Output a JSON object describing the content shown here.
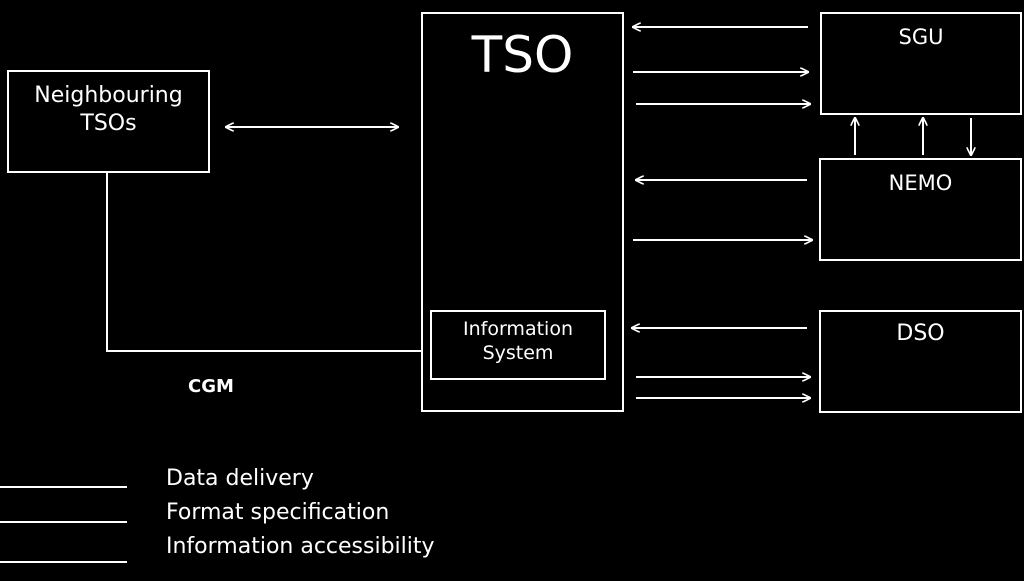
{
  "colors": {
    "background": "#000000",
    "foreground": "#ffffff"
  },
  "nodes": {
    "tso": {
      "label": "TSO"
    },
    "neighbouring": {
      "line1": "Neighbouring",
      "line2": "TSOs"
    },
    "sgu": {
      "label": "SGU"
    },
    "nemo": {
      "label": "NEMO"
    },
    "dso": {
      "label": "DSO"
    },
    "info_system": {
      "line1": "Information",
      "line2": "System"
    }
  },
  "edges": {
    "cgm_label": "CGM"
  },
  "legend": {
    "items": [
      {
        "key": "data-delivery",
        "label": "Data delivery"
      },
      {
        "key": "format-specification",
        "label": "Format specification"
      },
      {
        "key": "information-accessibility",
        "label": "Information accessibility"
      }
    ]
  }
}
